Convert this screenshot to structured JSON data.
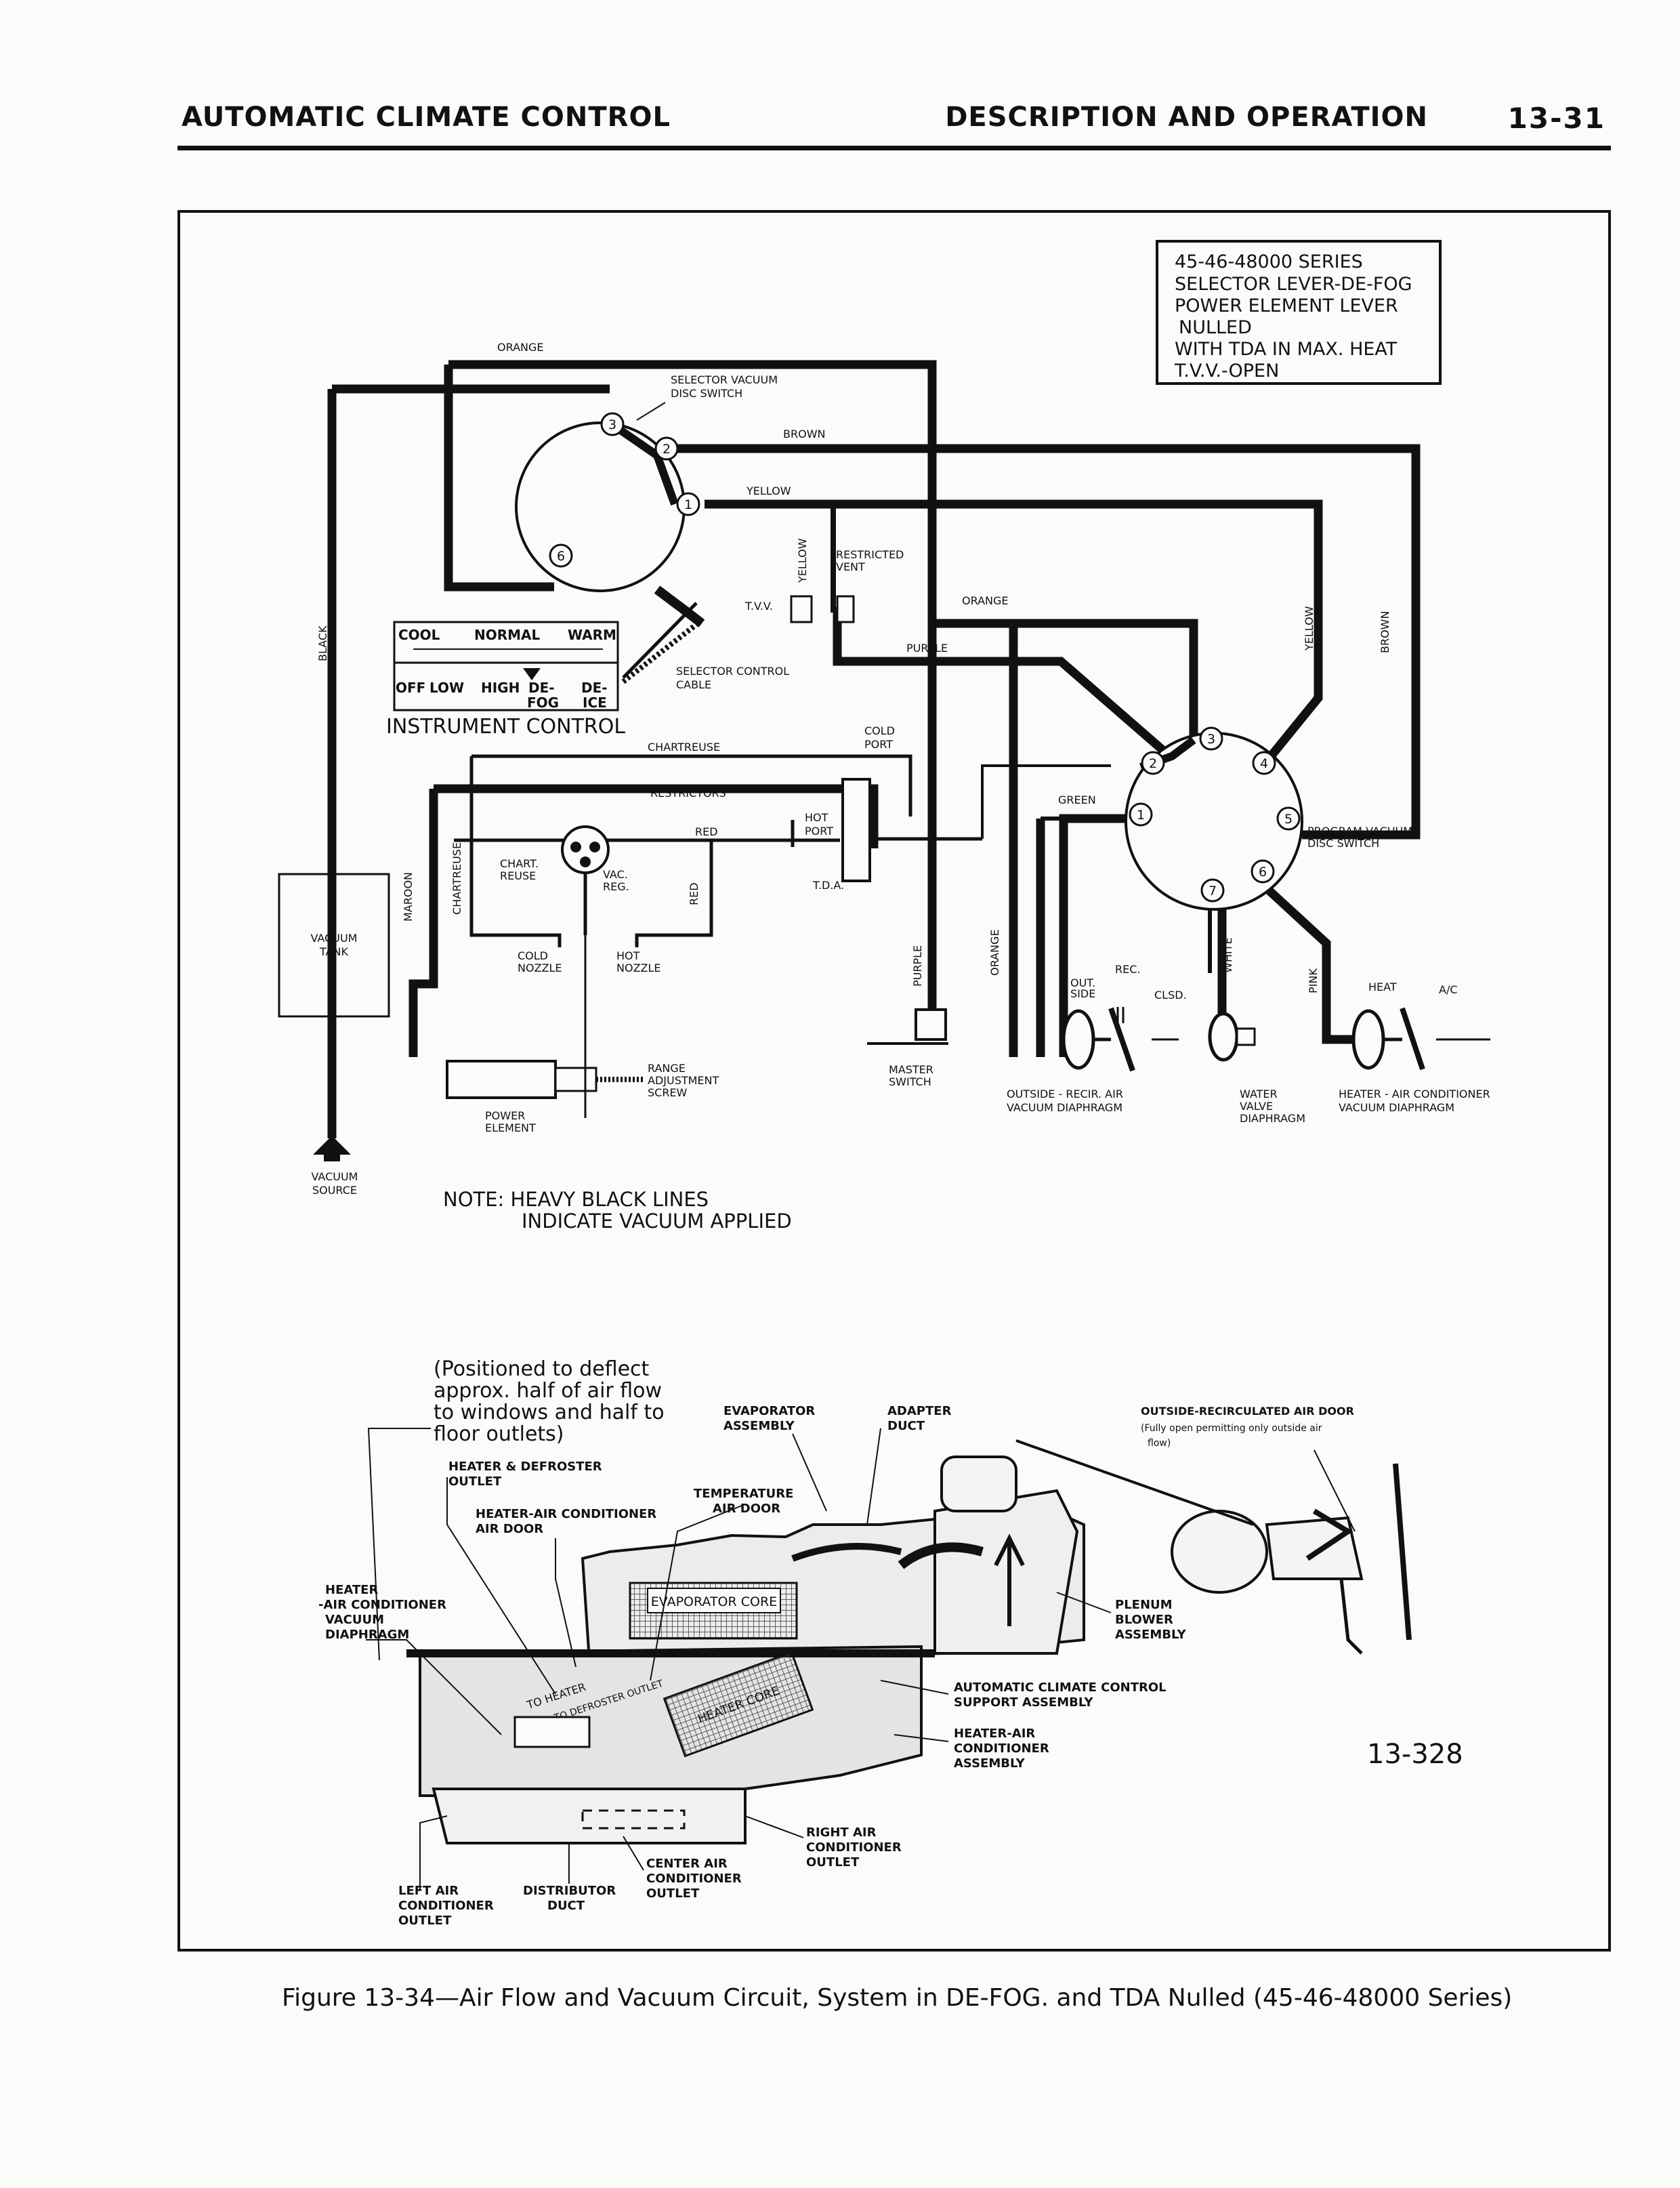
{
  "header": {
    "left": "AUTOMATIC CLIMATE CONTROL",
    "right": "DESCRIPTION AND OPERATION",
    "page": "13-31"
  },
  "info_box": {
    "line1": "45-46-48000 SERIES",
    "line2": "SELECTOR LEVER-DE-FOG",
    "line3": "POWER ELEMENT LEVER",
    "line4": "NULLED",
    "line5": "WITH TDA IN MAX. HEAT",
    "line6": "T.V.V.-OPEN"
  },
  "vacuum_circuit": {
    "hoses": {
      "orange": "ORANGE",
      "black": "BLACK",
      "brown": "BROWN",
      "yellow": "YELLOW",
      "purple": "PURPLE",
      "chartreuse": "CHARTREUSE",
      "red": "RED",
      "maroon": "MAROON",
      "green": "GREEN",
      "white": "WHITE",
      "pink": "PINK"
    },
    "labels": {
      "selector_switch": [
        "SELECTOR VACUUM",
        "DISC SWITCH"
      ],
      "restricted_vent": [
        "RESTRICTED",
        "VENT"
      ],
      "tvv": "T.V.V.",
      "selector_cable": [
        "SELECTOR CONTROL",
        "CABLE"
      ],
      "instrument_control": "INSTRUMENT CONTROL",
      "cold_port": [
        "COLD",
        "PORT"
      ],
      "hot_port": [
        "HOT",
        "PORT"
      ],
      "restrictors": "RESTRICTORS",
      "chart_reuse": [
        "CHART.",
        "REUSE"
      ],
      "vac_reg": [
        "VAC.",
        "REG."
      ],
      "tda": "T.D.A.",
      "cold_nozzle": [
        "COLD",
        "NOZZLE"
      ],
      "hot_nozzle": [
        "HOT",
        "NOZZLE"
      ],
      "vacuum_tank": [
        "VACUUM",
        "TANK"
      ],
      "range_screw": [
        "RANGE",
        "ADJUSTMENT",
        "SCREW"
      ],
      "power_element": [
        "POWER",
        "ELEMENT"
      ],
      "vacuum_source": [
        "VACUUM",
        "SOURCE"
      ],
      "master_switch": [
        "MASTER",
        "SWITCH"
      ],
      "program_switch": [
        "PROGRAM VACUUM",
        "DISC SWITCH"
      ],
      "out_side": [
        "OUT.",
        "SIDE"
      ],
      "rec": "REC.",
      "clsd": "CLSD.",
      "heat": "HEAT",
      "ac": "A/C",
      "outside_recir_diaphragm": [
        "OUTSIDE - RECIR. AIR",
        "VACUUM DIAPHRAGM"
      ],
      "water_valve": [
        "WATER",
        "VALVE",
        "DIAPHRAGM"
      ],
      "heater_ac_diaphragm": [
        "HEATER - AIR CONDITIONER",
        "VACUUM DIAPHRAGM"
      ]
    },
    "control_scale": {
      "top": [
        "COOL",
        "NORMAL",
        "WARM"
      ],
      "bottom": [
        "OFF",
        "LOW",
        "HIGH",
        "DE-",
        "DE-"
      ],
      "bottom2": [
        "FOG",
        "ICE"
      ]
    },
    "port_numbers": [
      "1",
      "2",
      "3",
      "6",
      "1",
      "2",
      "3",
      "4",
      "5",
      "6",
      "7"
    ],
    "note": [
      "NOTE: HEAVY BLACK LINES",
      "INDICATE VACUUM APPLIED"
    ]
  },
  "airflow": {
    "positioned_note": [
      "(Positioned to deflect",
      "approx. half of air flow",
      "to windows and half to",
      "floor outlets)"
    ],
    "labels": {
      "evaporator_assembly": [
        "EVAPORATOR",
        "ASSEMBLY"
      ],
      "adapter_duct": [
        "ADAPTER",
        "DUCT"
      ],
      "outside_recirc_door": [
        "OUTSIDE-RECIRCULATED AIR DOOR",
        "(Fully open permitting only outside air",
        "flow)"
      ],
      "heater_defroster_outlet": [
        "HEATER & DEFROSTER",
        "OUTLET"
      ],
      "temperature_door": [
        "TEMPERATURE",
        "AIR DOOR"
      ],
      "heater_ac_door": [
        "HEATER-AIR CONDITIONER",
        "AIR DOOR"
      ],
      "heater_ac_vacuum_diaphragm": [
        "HEATER",
        "-AIR CONDITIONER",
        "VACUUM",
        "DIAPHRAGM"
      ],
      "evaporator_core": "EVAPORATOR CORE",
      "heater_core": "HEATER CORE",
      "to_heater": "TO HEATER",
      "to_defroster": "TO DEFROSTER OUTLET",
      "plenum_blower": [
        "PLENUM",
        "BLOWER",
        "ASSEMBLY"
      ],
      "acc_support": [
        "AUTOMATIC CLIMATE CONTROL",
        "SUPPORT ASSEMBLY"
      ],
      "heater_ac_assembly": [
        "HEATER-AIR",
        "CONDITIONER",
        "ASSEMBLY"
      ],
      "right_outlet": [
        "RIGHT AIR",
        "CONDITIONER",
        "OUTLET"
      ],
      "center_outlet": [
        "CENTER AIR",
        "CONDITIONER",
        "OUTLET"
      ],
      "left_outlet": [
        "LEFT AIR",
        "CONDITIONER",
        "OUTLET"
      ],
      "distributor_duct": [
        "DISTRIBUTOR",
        "DUCT"
      ]
    },
    "figure_number": "13-328"
  },
  "caption": "Figure 13-34—Air Flow and Vacuum Circuit, System in DE-FOG. and TDA Nulled (45-46-48000 Series)"
}
